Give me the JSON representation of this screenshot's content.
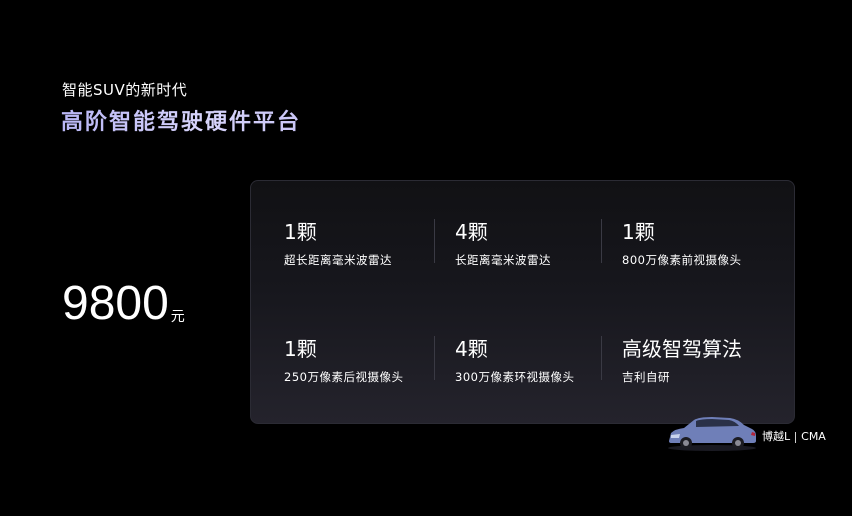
{
  "header": {
    "subtitle": "智能SUV的新时代",
    "title": "高阶智能驾驶硬件平台"
  },
  "price": {
    "value": "9800",
    "unit": "元"
  },
  "features": [
    {
      "count": "1颗",
      "label": "超长距离毫米波雷达"
    },
    {
      "count": "4颗",
      "label": "长距离毫米波雷达"
    },
    {
      "count": "1颗",
      "label": "800万像素前视摄像头"
    },
    {
      "count": "1颗",
      "label": "250万像素后视摄像头"
    },
    {
      "count": "4颗",
      "label": "300万像素环视摄像头"
    },
    {
      "count": "高级智驾算法",
      "label": "吉利自研"
    }
  ],
  "brand": {
    "model": "博越L",
    "platform": "CMA"
  },
  "colors": {
    "background": "#000000",
    "title_gradient_start": "#b9b6f6",
    "title_gradient_end": "#d7d4fb",
    "car_body": "#6f7fb8"
  }
}
